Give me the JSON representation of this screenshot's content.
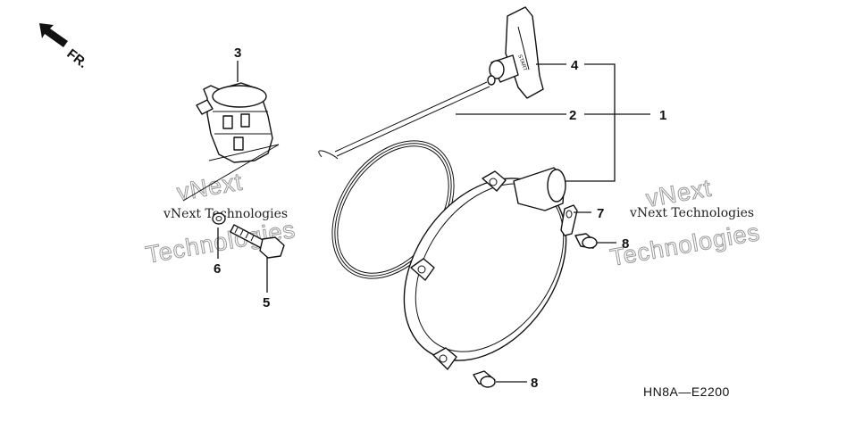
{
  "diagram": {
    "direction_label": "FR.",
    "diagram_code": "HN8A—E2200",
    "callouts": [
      {
        "id": "c1",
        "text": "1"
      },
      {
        "id": "c2",
        "text": "2"
      },
      {
        "id": "c3",
        "text": "3"
      },
      {
        "id": "c4",
        "text": "4"
      },
      {
        "id": "c5",
        "text": "5"
      },
      {
        "id": "c6",
        "text": "6"
      },
      {
        "id": "c7",
        "text": "7"
      },
      {
        "id": "c8a",
        "text": "8"
      },
      {
        "id": "c8b",
        "text": "8"
      }
    ],
    "handle_text": "START",
    "watermarks": [
      {
        "small": "vNext Technologies",
        "big_line1": "vNext",
        "big_line2": "Technologies"
      },
      {
        "small": "vNext Technologies",
        "big_line1": "vNext",
        "big_line2": "Technologies"
      }
    ]
  }
}
